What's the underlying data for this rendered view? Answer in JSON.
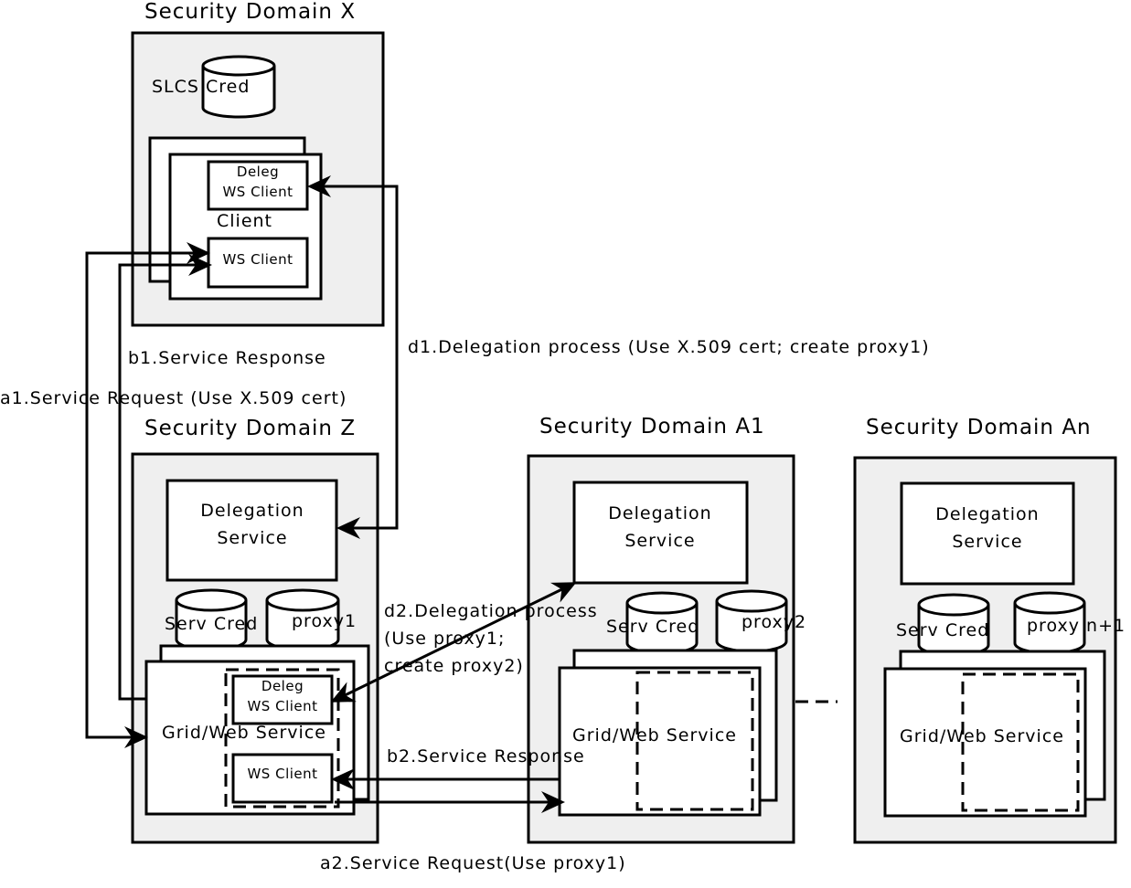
{
  "domains": {
    "x": {
      "title": "Security Domain X",
      "cred": "SLCS Cred",
      "client": "Client",
      "deleg_ws_client_1": "Deleg",
      "deleg_ws_client_2": "WS Client",
      "ws_client": "WS Client"
    },
    "z": {
      "title": "Security Domain Z",
      "deleg_service_1": "Delegation",
      "deleg_service_2": "Service",
      "serv_cred": "Serv Cred",
      "proxy": "proxy1",
      "grid_service": "Grid/Web Service",
      "deleg_ws_client_1": "Deleg",
      "deleg_ws_client_2": "WS Client",
      "ws_client": "WS Client"
    },
    "a1": {
      "title": "Security Domain A1",
      "deleg_service_1": "Delegation",
      "deleg_service_2": "Service",
      "serv_cred": "Serv Cred",
      "proxy": "proxy2",
      "grid_service": "Grid/Web Service"
    },
    "an": {
      "title": "Security Domain An",
      "deleg_service_1": "Delegation",
      "deleg_service_2": "Service",
      "serv_cred": "Serv Cred",
      "proxy": "proxy n+1",
      "grid_service": "Grid/Web Service"
    }
  },
  "flows": {
    "b1": "b1.Service Response",
    "a1": "a1.Service Request (Use X.509 cert)",
    "d1": "d1.Delegation process (Use X.509 cert; create proxy1)",
    "d2_line1": "d2.Delegation process",
    "d2_line2": "(Use proxy1;",
    "d2_line3": "create proxy2)",
    "b2": "b2.Service Response",
    "a2": "a2.Service Request(Use proxy1)"
  }
}
